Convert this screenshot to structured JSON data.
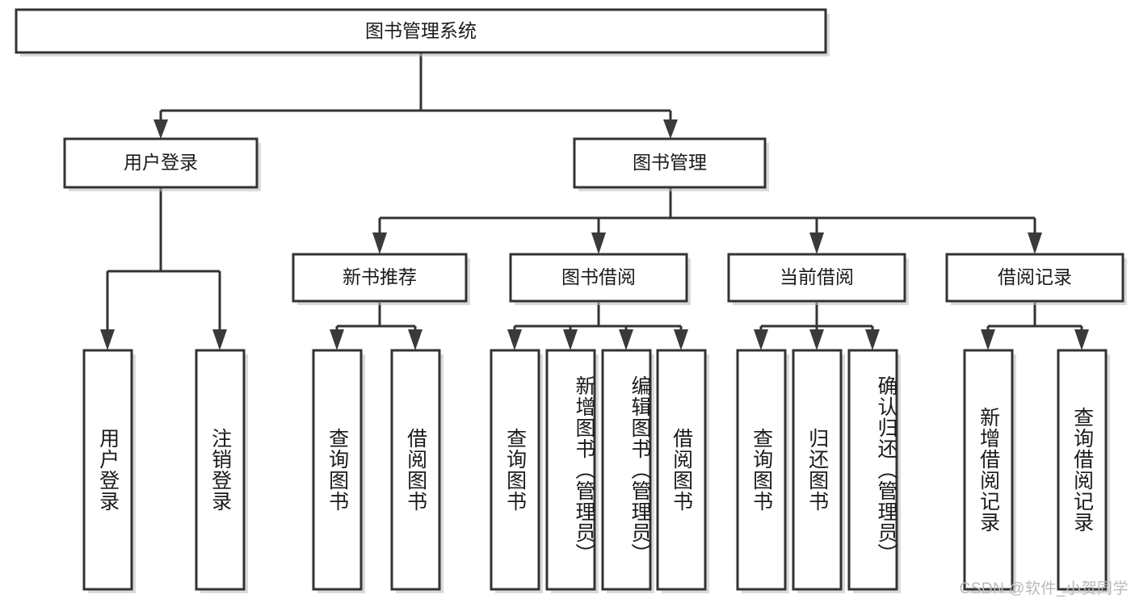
{
  "diagram": {
    "type": "hierarchy-tree",
    "title_node": {
      "label": "图书管理系统"
    },
    "level2": [
      {
        "id": "user-login",
        "label": "用户登录"
      },
      {
        "id": "book-management",
        "label": "图书管理"
      }
    ],
    "level3": [
      {
        "id": "new-book-recommend",
        "label": "新书推荐",
        "parent": "book-management"
      },
      {
        "id": "book-borrow",
        "label": "图书借阅",
        "parent": "book-management"
      },
      {
        "id": "current-borrow",
        "label": "当前借阅",
        "parent": "book-management"
      },
      {
        "id": "borrow-record",
        "label": "借阅记录",
        "parent": "book-management"
      }
    ],
    "leaves": [
      {
        "id": "leaf-user-login",
        "label": "用户登录",
        "parent": "user-login"
      },
      {
        "id": "leaf-logout-login",
        "label": "注销登录",
        "parent": "user-login"
      },
      {
        "id": "leaf-query-book-1",
        "label": "查询图书",
        "parent": "new-book-recommend"
      },
      {
        "id": "leaf-borrow-book-1",
        "label": "借阅图书",
        "parent": "new-book-recommend"
      },
      {
        "id": "leaf-query-book-2",
        "label": "查询图书",
        "parent": "book-borrow"
      },
      {
        "id": "leaf-add-book",
        "label": "新增图书（管理员）",
        "parent": "book-borrow"
      },
      {
        "id": "leaf-edit-book",
        "label": "编辑图书（管理员）",
        "parent": "book-borrow"
      },
      {
        "id": "leaf-borrow-book-2",
        "label": "借阅图书",
        "parent": "book-borrow"
      },
      {
        "id": "leaf-query-book-3",
        "label": "查询图书",
        "parent": "current-borrow"
      },
      {
        "id": "leaf-return-book",
        "label": "归还图书",
        "parent": "current-borrow"
      },
      {
        "id": "leaf-confirm-return",
        "label": "确认归还（管理员）",
        "parent": "current-borrow"
      },
      {
        "id": "leaf-add-record",
        "label": "新增借阅记录",
        "parent": "borrow-record"
      },
      {
        "id": "leaf-query-record",
        "label": "查询借阅记录",
        "parent": "borrow-record"
      }
    ],
    "watermark": "CSDN @软件_小贺同学",
    "colors": {
      "box_fill": "#ffffff",
      "box_stroke": "#333333",
      "text": "#1a1a1a",
      "watermark": "#b9b9b9"
    }
  }
}
